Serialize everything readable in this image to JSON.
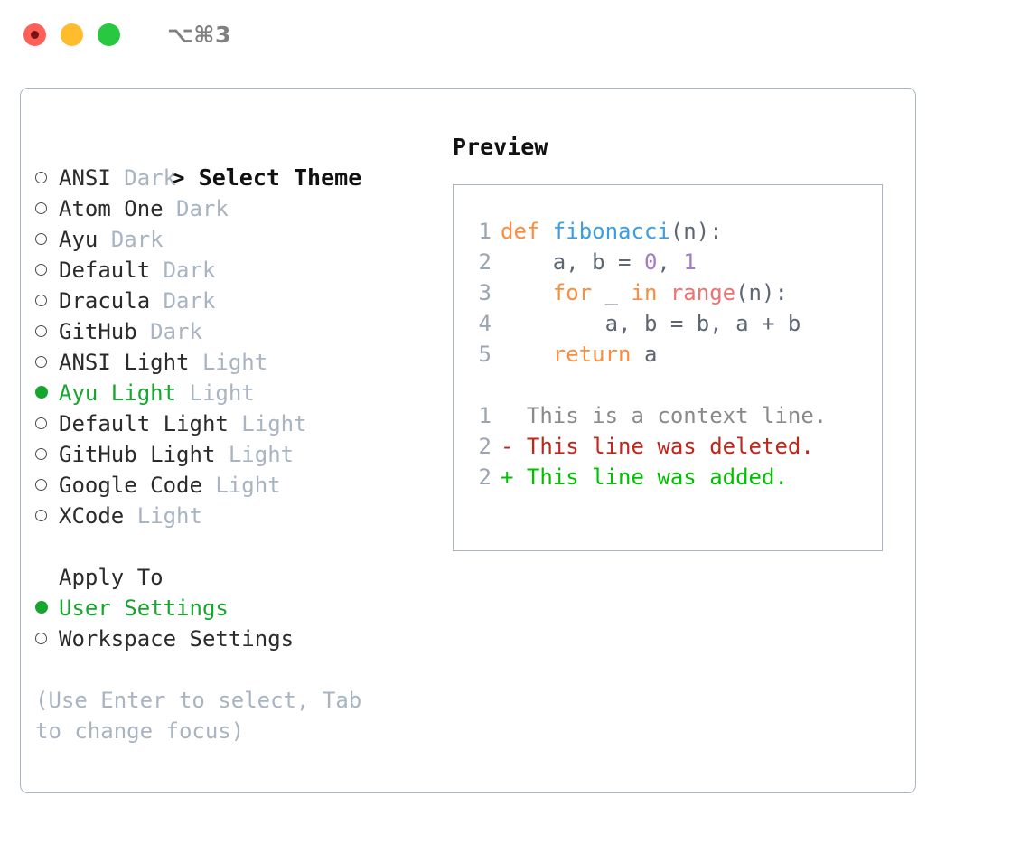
{
  "titlebar": {
    "shortcut": "⌥⌘3",
    "lights": [
      "close-red",
      "minimize-yellow",
      "maximize-green"
    ]
  },
  "left": {
    "heading": "> Select Theme",
    "heading_caret": ">",
    "heading_text": "Select Theme",
    "themes": [
      {
        "marker": "○",
        "label": "ANSI",
        "suffix": "Dark",
        "selected": false
      },
      {
        "marker": "○",
        "label": "Atom One",
        "suffix": "Dark",
        "selected": false
      },
      {
        "marker": "○",
        "label": "Ayu",
        "suffix": "Dark",
        "selected": false
      },
      {
        "marker": "○",
        "label": "Default",
        "suffix": "Dark",
        "selected": false
      },
      {
        "marker": "○",
        "label": "Dracula",
        "suffix": "Dark",
        "selected": false
      },
      {
        "marker": "○",
        "label": "GitHub",
        "suffix": "Dark",
        "selected": false
      },
      {
        "marker": "○",
        "label": "ANSI Light",
        "suffix": "Light",
        "selected": false
      },
      {
        "marker": "●",
        "label": "Ayu Light",
        "suffix": "Light",
        "selected": true
      },
      {
        "marker": "○",
        "label": "Default Light",
        "suffix": "Light",
        "selected": false
      },
      {
        "marker": "○",
        "label": "GitHub Light",
        "suffix": "Light",
        "selected": false
      },
      {
        "marker": "○",
        "label": "Google Code",
        "suffix": "Light",
        "selected": false
      },
      {
        "marker": "○",
        "label": "XCode",
        "suffix": "Light",
        "selected": false
      }
    ],
    "apply_to": {
      "heading": "Apply To",
      "options": [
        {
          "marker": "●",
          "label": "User Settings",
          "selected": true
        },
        {
          "marker": "○",
          "label": "Workspace Settings",
          "selected": false
        }
      ]
    },
    "hint": "(Use Enter to select, Tab to change focus)"
  },
  "right": {
    "heading": "Preview",
    "code": [
      {
        "number": "1",
        "tokens": [
          {
            "t": "def ",
            "c": "kw"
          },
          {
            "t": "fibonacci",
            "c": "fn"
          },
          {
            "t": "(n):",
            "c": "pn"
          }
        ]
      },
      {
        "number": "2",
        "tokens": [
          {
            "t": "    a, b = ",
            "c": "txt"
          },
          {
            "t": "0",
            "c": "num"
          },
          {
            "t": ", ",
            "c": "txt"
          },
          {
            "t": "1",
            "c": "num"
          }
        ]
      },
      {
        "number": "3",
        "tokens": [
          {
            "t": "    ",
            "c": "txt"
          },
          {
            "t": "for ",
            "c": "kw"
          },
          {
            "t": "_ ",
            "c": "txt"
          },
          {
            "t": "in ",
            "c": "kw"
          },
          {
            "t": "range",
            "c": "bif"
          },
          {
            "t": "(n):",
            "c": "pn"
          }
        ]
      },
      {
        "number": "4",
        "tokens": [
          {
            "t": "        a, b = b, a + b",
            "c": "txt"
          }
        ]
      },
      {
        "number": "5",
        "tokens": [
          {
            "t": "    ",
            "c": "txt"
          },
          {
            "t": "return ",
            "c": "kw"
          },
          {
            "t": "a",
            "c": "txt"
          }
        ]
      }
    ],
    "diff": [
      {
        "number": "1",
        "sign": " ",
        "text": "This is a context line.",
        "kind": "context"
      },
      {
        "number": "2",
        "sign": "-",
        "text": "This line was deleted.",
        "kind": "deleted"
      },
      {
        "number": "2",
        "sign": "+",
        "text": "This line was added.",
        "kind": "added"
      }
    ]
  },
  "colors": {
    "selected_green": "#16a52e",
    "muted": "#a9b4c2",
    "border": "#aab4c0",
    "keyword": "#fa8d3e",
    "function": "#399ee6",
    "number": "#a37acc",
    "builtin": "#f07171",
    "diff_deleted": "#c0261a",
    "diff_added": "#00c000"
  }
}
